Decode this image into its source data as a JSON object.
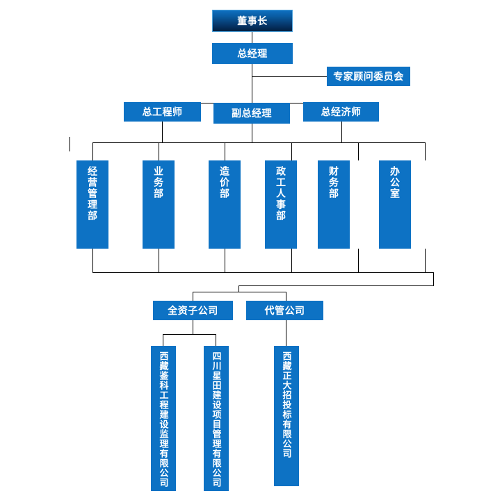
{
  "meta": {
    "title": "公司组织架构图",
    "box_color": "#0D72C4",
    "chairman_color": "#02214A",
    "line_color": "#000000",
    "tick_color": "#808080",
    "text_color": "#FFFFFF",
    "background": "#FFFFFF"
  },
  "nodes": {
    "chairman": "董事长",
    "general_manager": "总经理",
    "advisory": "专家顾问委员会",
    "level3": [
      "总工程师",
      "副总经理",
      "总经济师"
    ],
    "departments": [
      "经营管理部",
      "业务部",
      "造价部",
      "政工人事部",
      "财务部",
      "办公室"
    ],
    "company_groups": [
      "全资子公司",
      "代管公司"
    ],
    "companies": [
      "西藏鉴科工程建设监理有限公司",
      "四川星田建设项目管理有限公司",
      "西藏正大招投标有限公司"
    ]
  }
}
